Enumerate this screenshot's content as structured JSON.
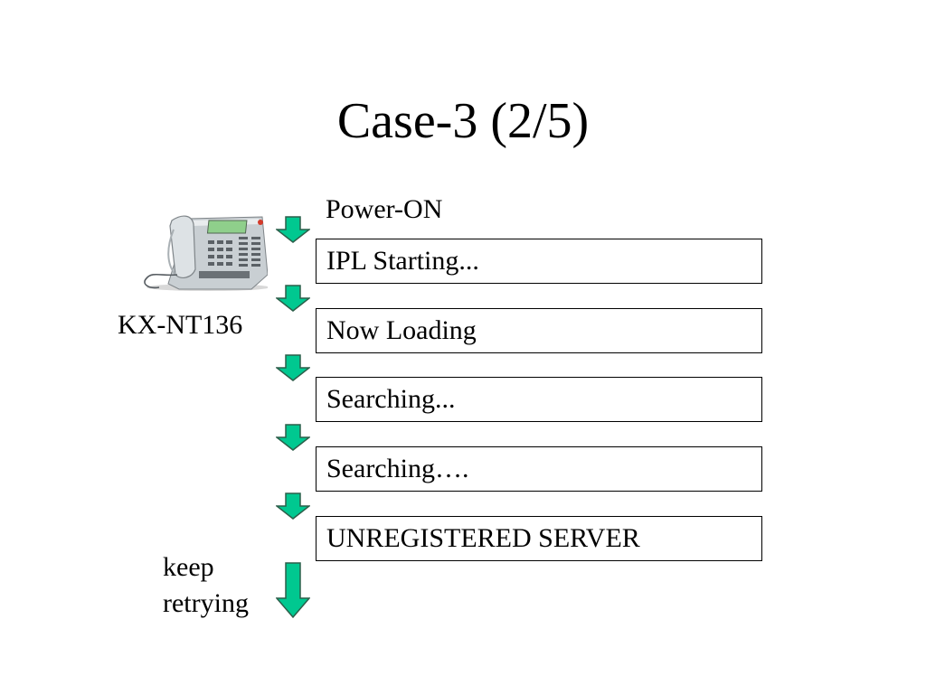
{
  "title": "Case-3 (2/5)",
  "power_on": "Power-ON",
  "steps": [
    "IPL Starting...",
    "Now Loading",
    "Searching...",
    "Searching….",
    "UNREGISTERED SERVER"
  ],
  "model_label": "KX-NT136",
  "retry_line1": "keep",
  "retry_line2": "retrying",
  "colors": {
    "arrow_fill": "#00c890",
    "arrow_stroke": "#2c5f4a",
    "box_border": "#000000"
  }
}
